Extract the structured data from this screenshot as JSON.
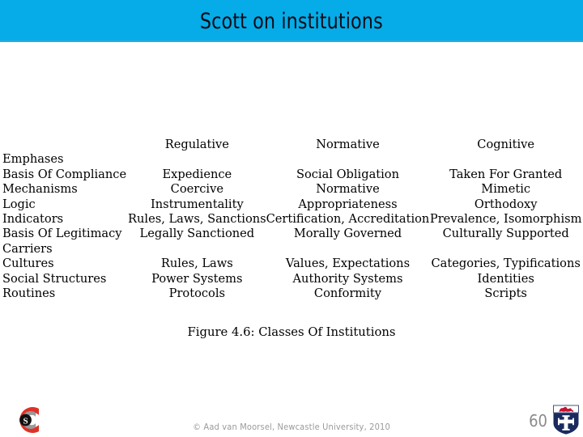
{
  "slide": {
    "title": "Scott on institutions",
    "banner_color": "#06ACE8",
    "page_number": "60"
  },
  "table": {
    "columns": [
      "",
      "Regulative",
      "Normative",
      "Cognitive"
    ],
    "sections": [
      {
        "heading": "Emphases",
        "rows": [
          {
            "label": "Basis Of Compliance",
            "regulative": "Expedience",
            "normative": "Social Obligation",
            "cognitive": "Taken For Granted"
          },
          {
            "label": "Mechanisms",
            "regulative": "Coercive",
            "normative": "Normative",
            "cognitive": "Mimetic"
          },
          {
            "label": "Logic",
            "regulative": "Instrumentality",
            "normative": "Appropriateness",
            "cognitive": "Orthodoxy"
          },
          {
            "label": "Indicators",
            "regulative": "Rules, Laws, Sanctions",
            "normative": "Certification, Accreditation",
            "cognitive": "Prevalence, Isomorphism"
          },
          {
            "label": "Basis Of Legitimacy",
            "regulative": "Legally Sanctioned",
            "normative": "Morally Governed",
            "cognitive": "Culturally Supported"
          }
        ]
      },
      {
        "heading": "Carriers",
        "rows": [
          {
            "label": "Cultures",
            "regulative": "Rules, Laws",
            "normative": "Values, Expectations",
            "cognitive": "Categories, Typifications"
          },
          {
            "label": "Social Structures",
            "regulative": "Power Systems",
            "normative": "Authority Systems",
            "cognitive": "Identities"
          },
          {
            "label": "Routines",
            "regulative": "Protocols",
            "normative": "Conformity",
            "cognitive": "Scripts"
          }
        ]
      }
    ]
  },
  "caption": "Figure 4.6: Classes Of Institutions",
  "footer": {
    "copyright": "© Aad van Moorsel, Newcastle University, 2010",
    "left_logo": "cs-logo",
    "right_logo": "newcastle-crest-icon"
  }
}
